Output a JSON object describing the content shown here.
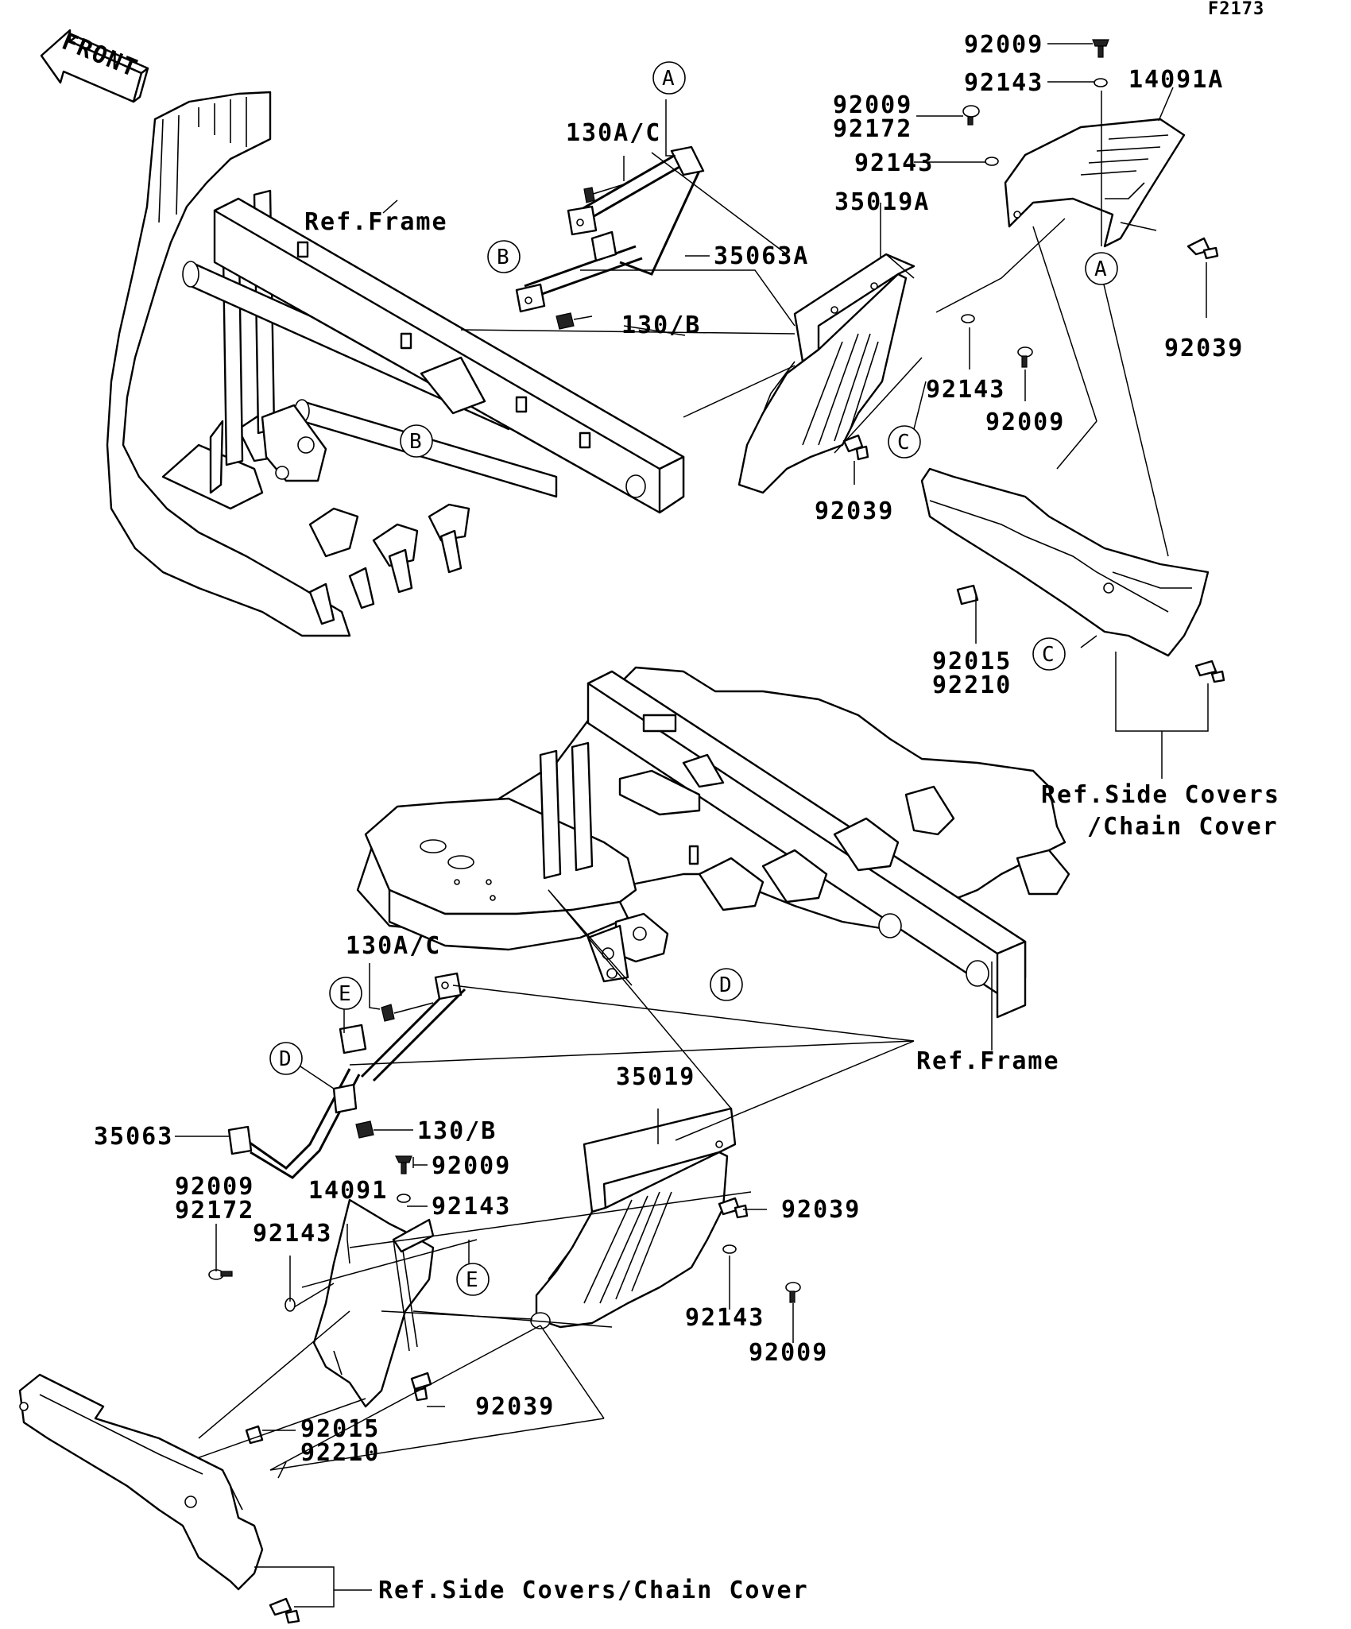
{
  "figure_id": "F2173",
  "front_label": "FRONT",
  "ref_frame": "Ref.Frame",
  "ref_side_covers": [
    "Ref.Side Covers",
    "/Chain Cover"
  ],
  "ref_side_covers_single": "Ref.Side Covers/Chain Cover",
  "callouts": {
    "A": "A",
    "B": "B",
    "C": "C",
    "D": "D",
    "E": "E"
  },
  "parts": {
    "p_92009": "92009",
    "p_92143": "92143",
    "p_14091A": "14091A",
    "p_14091": "14091",
    "p_92172": "92172",
    "p_35019A": "35019A",
    "p_35019": "35019",
    "p_35063A": "35063A",
    "p_35063": "35063",
    "p_130AC": "130A/C",
    "p_130B": "130/B",
    "p_92039": "92039",
    "p_92015": "92015",
    "p_92210": "92210"
  }
}
